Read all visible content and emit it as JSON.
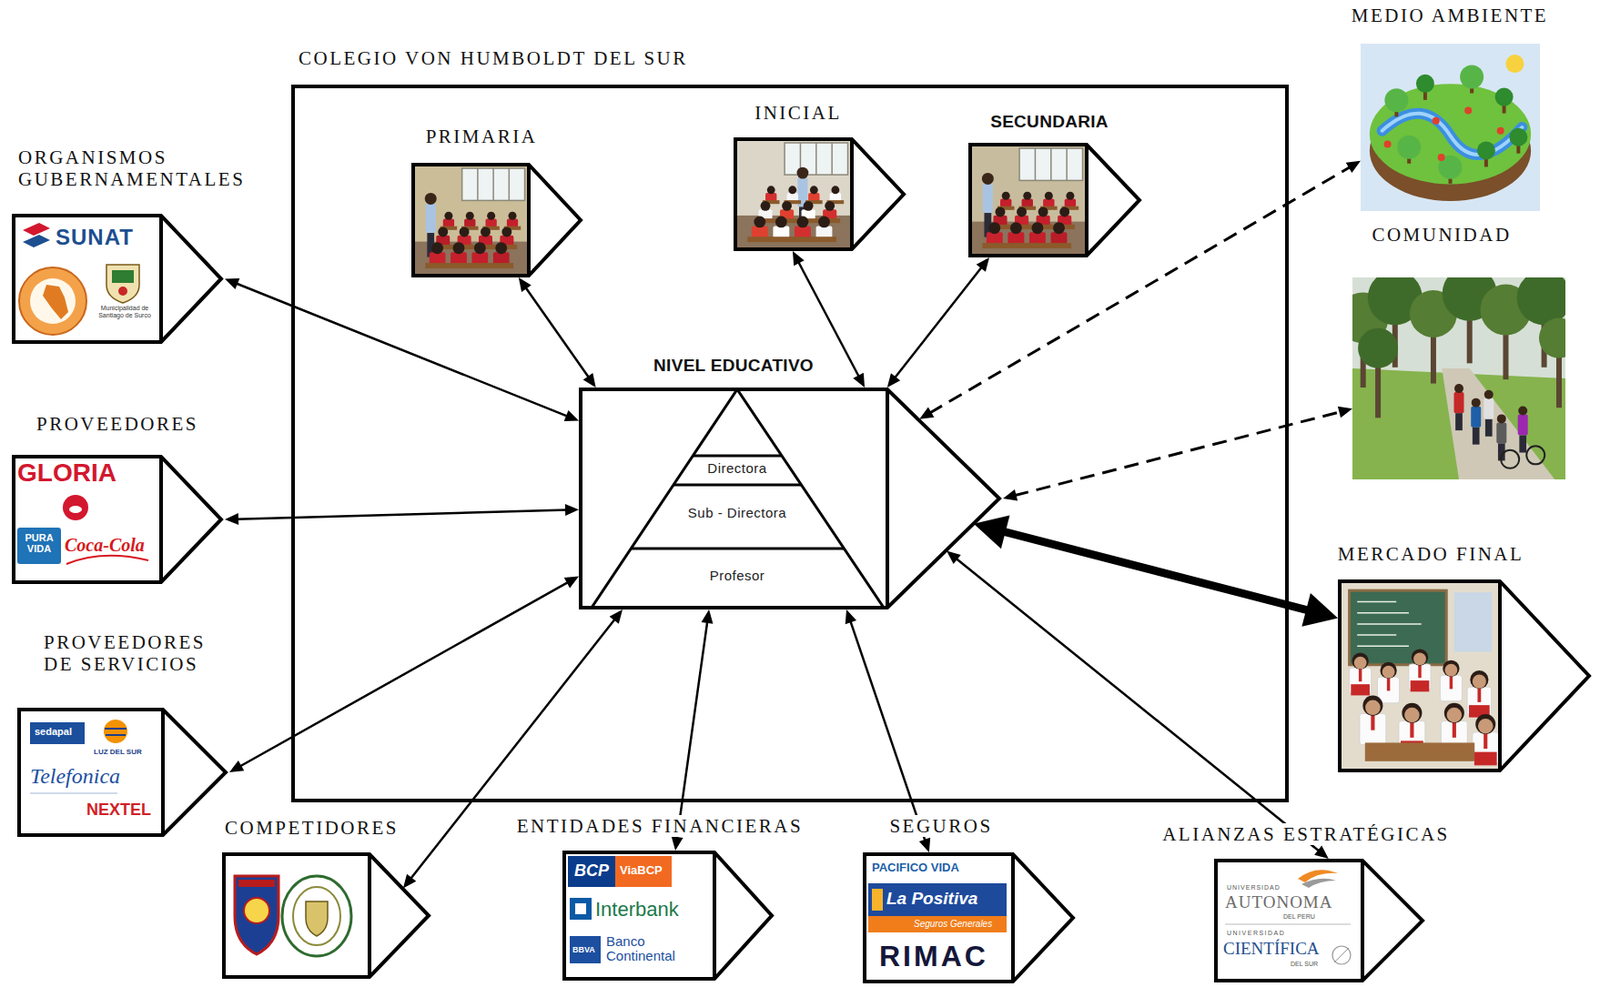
{
  "diagram": {
    "nodes": [
      {
        "text": [
          "COLEGIO VON HUMBOLDT DEL SUR"
        ]
      },
      {
        "text": [
          "PRIMARIA"
        ],
        "in": 0
      },
      {
        "text": [
          "INICIAL"
        ],
        "in": 0
      },
      {
        "text": [
          "SECUNDARIA"
        ],
        "in": 0
      },
      {
        "text": [
          "NIVEL EDUCATIVO",
          "Directora",
          "Sub - Directora",
          "Profesor"
        ],
        "in": 0
      },
      {
        "text": [
          "ORGANISMOS GUBERNAMENTALES",
          "SUNAT",
          "Municipalidad de Santiago de Surco"
        ]
      },
      {
        "text": [
          "PROVEEDORES",
          "GLORIA",
          "PURA VIDA",
          "Coca-Cola"
        ]
      },
      {
        "text": [
          "PROVEEDORES DE SERVICIOS",
          "sedapal",
          "LUZ DEL SUR",
          "Telefonica",
          "NEXTEL"
        ]
      },
      {
        "text": [
          "COMPETIDORES"
        ]
      },
      {
        "text": [
          "ENTIDADES FINANCIERAS",
          "BCP",
          "ViaBCP",
          "Interbank",
          "BBVA",
          "Banco Continental"
        ]
      },
      {
        "text": [
          "SEGUROS",
          "PACIFICO VIDA",
          "La Positiva",
          "Seguros Generales",
          "RIMAC"
        ]
      },
      {
        "text": [
          "ALIANZAS ESTRATÉGICAS",
          "UNIVERSIDAD",
          "AUTONOMA",
          "DEL PERU",
          "UNIVERSIDAD",
          "CIENTÍFICA",
          "DEL SUR"
        ]
      },
      {
        "text": [
          "MEDIO AMBIENTE"
        ]
      },
      {
        "text": [
          "COMUNIDAD"
        ]
      },
      {
        "text": [
          "MERCADO FINAL"
        ]
      }
    ],
    "edges": [
      {
        "from": 4,
        "to": 1,
        "arrow": "both"
      },
      {
        "from": 4,
        "to": 2,
        "arrow": "both"
      },
      {
        "from": 4,
        "to": 3,
        "arrow": "both"
      },
      {
        "from": 4,
        "to": 5,
        "arrow": "both"
      },
      {
        "from": 4,
        "to": 6,
        "arrow": "both"
      },
      {
        "from": 4,
        "to": 7,
        "arrow": "both"
      },
      {
        "from": 4,
        "to": 8,
        "arrow": "both"
      },
      {
        "from": 4,
        "to": 9,
        "arrow": "both"
      },
      {
        "from": 4,
        "to": 10,
        "arrow": "both"
      },
      {
        "from": 4,
        "to": 11,
        "arrow": "both"
      },
      {
        "from": 4,
        "to": 12,
        "arrow": "both"
      },
      {
        "from": 4,
        "to": 13,
        "arrow": "both"
      },
      {
        "from": 4,
        "to": 14,
        "arrow": "both"
      }
    ]
  }
}
